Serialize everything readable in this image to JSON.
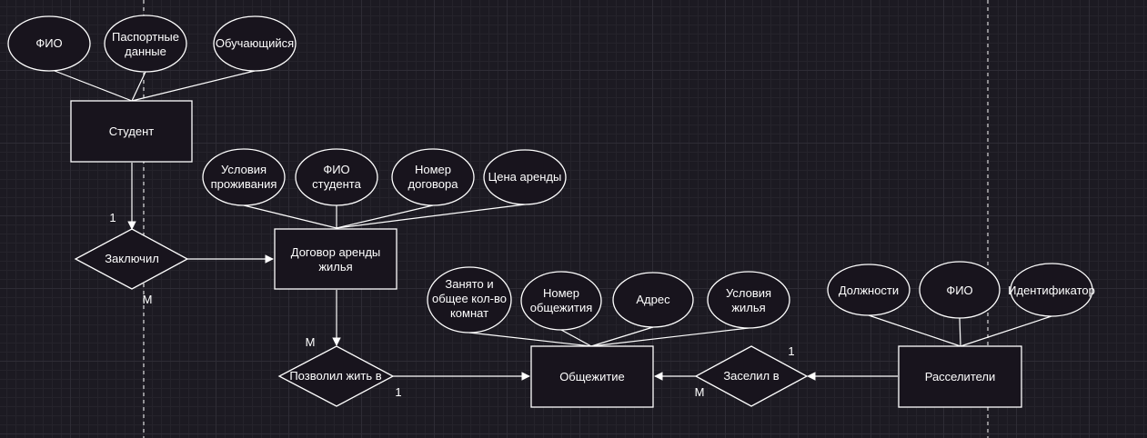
{
  "entities": {
    "student": "Студент",
    "contract": [
      "Договор аренды",
      "жилья"
    ],
    "dormitory": "Общежитие",
    "settlers": "Расселители"
  },
  "relationships": {
    "concluded": "Заключил",
    "allowed_to_live": "Позволил жить в",
    "settled_in": "Заселил в"
  },
  "attributes": {
    "student": [
      [
        "ФИО"
      ],
      [
        "Паспортные",
        "данные"
      ],
      [
        "Обучающийся"
      ]
    ],
    "contract": [
      [
        "Условия",
        "проживания"
      ],
      [
        "ФИО",
        "студента"
      ],
      [
        "Номер",
        "договора"
      ],
      [
        "Цена аренды"
      ]
    ],
    "dormitory": [
      [
        "Занято и",
        "общее кол-во",
        "комнат"
      ],
      [
        "Номер",
        "общежития"
      ],
      [
        "Адрес"
      ],
      [
        "Условия",
        "жилья"
      ]
    ],
    "settlers": [
      [
        "Должности"
      ],
      [
        "ФИО"
      ],
      [
        "Идентификатор"
      ]
    ]
  },
  "cardinalities": {
    "student_concluded": "1",
    "concluded_contract": "M",
    "contract_allowed": "M",
    "allowed_dormitory": "1",
    "settled_settlers": "1",
    "settled_dormitory": "M"
  }
}
